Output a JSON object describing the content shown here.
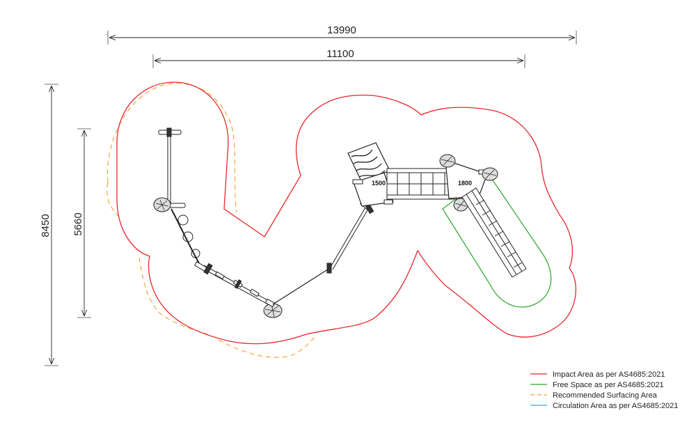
{
  "dimensions": {
    "overall_width": "13990",
    "equipment_width": "11100",
    "overall_height": "8450",
    "equipment_height": "5660"
  },
  "platform_heights": {
    "left": "1500",
    "right": "1800"
  },
  "legend": [
    {
      "label": "Impact Area as per AS4685:2021",
      "color": "#e8252a",
      "style": "solid"
    },
    {
      "label": "Free Space as per AS4685:2021",
      "color": "#2aa52a",
      "style": "solid"
    },
    {
      "label": "Recommended Surfacing Area",
      "color": "#f0a030",
      "style": "dashed"
    },
    {
      "label": "Circulation Area as per AS4685:2021",
      "color": "#33aadd",
      "style": "solid"
    }
  ]
}
